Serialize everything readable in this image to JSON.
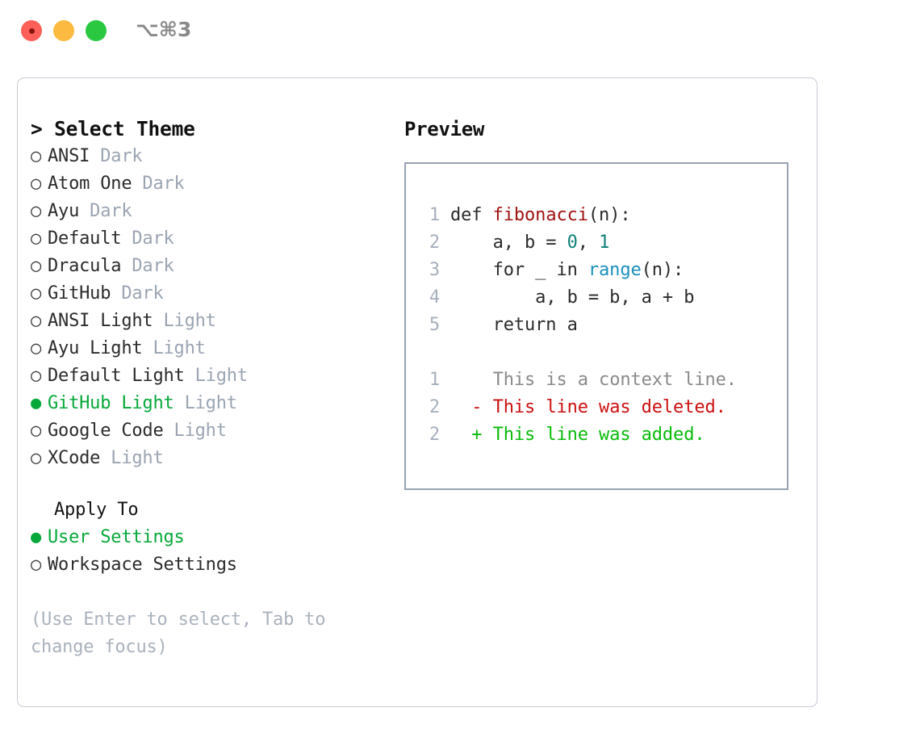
{
  "titlebar": {
    "shortcut": "⌥⌘3",
    "buttons": [
      {
        "name": "close",
        "color": "#fc6058"
      },
      {
        "name": "minimize",
        "color": "#fcbb40"
      },
      {
        "name": "maximize",
        "color": "#2ac840"
      }
    ]
  },
  "theme_picker": {
    "title": "> Select Theme",
    "radio_off": "○",
    "radio_on": "●",
    "items": [
      {
        "label": "ANSI",
        "kind": "Dark",
        "selected": false
      },
      {
        "label": "Atom One",
        "kind": "Dark",
        "selected": false
      },
      {
        "label": "Ayu",
        "kind": "Dark",
        "selected": false
      },
      {
        "label": "Default",
        "kind": "Dark",
        "selected": false
      },
      {
        "label": "Dracula",
        "kind": "Dark",
        "selected": false
      },
      {
        "label": "GitHub",
        "kind": "Dark",
        "selected": false
      },
      {
        "label": "ANSI Light",
        "kind": "Light",
        "selected": false
      },
      {
        "label": "Ayu Light",
        "kind": "Light",
        "selected": false
      },
      {
        "label": "Default Light",
        "kind": "Light",
        "selected": false
      },
      {
        "label": "GitHub Light",
        "kind": "Light",
        "selected": true
      },
      {
        "label": "Google Code",
        "kind": "Light",
        "selected": false
      },
      {
        "label": "XCode",
        "kind": "Light",
        "selected": false
      }
    ]
  },
  "apply_to": {
    "heading": "Apply To",
    "items": [
      {
        "label": "User Settings",
        "selected": true
      },
      {
        "label": "Workspace Settings",
        "selected": false
      }
    ]
  },
  "hint": "(Use Enter to select, Tab to change focus)",
  "preview": {
    "title": "Preview",
    "code_lines": [
      {
        "number": "1",
        "tokens": [
          {
            "text": "def ",
            "type": "plain"
          },
          {
            "text": "fibonacci",
            "type": "fn"
          },
          {
            "text": "(n):",
            "type": "plain"
          }
        ]
      },
      {
        "number": "2",
        "tokens": [
          {
            "text": "    a, b = ",
            "type": "plain"
          },
          {
            "text": "0",
            "type": "num"
          },
          {
            "text": ", ",
            "type": "plain"
          },
          {
            "text": "1",
            "type": "num"
          }
        ]
      },
      {
        "number": "3",
        "tokens": [
          {
            "text": "    for _ in ",
            "type": "plain"
          },
          {
            "text": "range",
            "type": "builtin"
          },
          {
            "text": "(n):",
            "type": "plain"
          }
        ]
      },
      {
        "number": "4",
        "tokens": [
          {
            "text": "        a, b = b, a + b",
            "type": "plain"
          }
        ]
      },
      {
        "number": "5",
        "tokens": [
          {
            "text": "    return a",
            "type": "plain"
          }
        ]
      }
    ],
    "diff_lines": [
      {
        "number": "1",
        "marker": "  ",
        "text": "This is a context line.",
        "type": "context"
      },
      {
        "number": "2",
        "marker": "- ",
        "text": "This line was deleted.",
        "type": "deleted"
      },
      {
        "number": "2",
        "marker": "+ ",
        "text": "This line was added.",
        "type": "added"
      }
    ]
  },
  "colors": {
    "accent_green": "#07a83a",
    "muted_blue_gray": "#9aa4b2",
    "border_panel": "#c6ccd4",
    "border_preview": "#97a2b2",
    "syntax_function": "#a01313",
    "syntax_number": "#0f8077",
    "syntax_builtin": "#1a90bb",
    "diff_deleted": "#cc1111",
    "diff_added": "#09bb09",
    "diff_context": "#8a8a8a"
  }
}
